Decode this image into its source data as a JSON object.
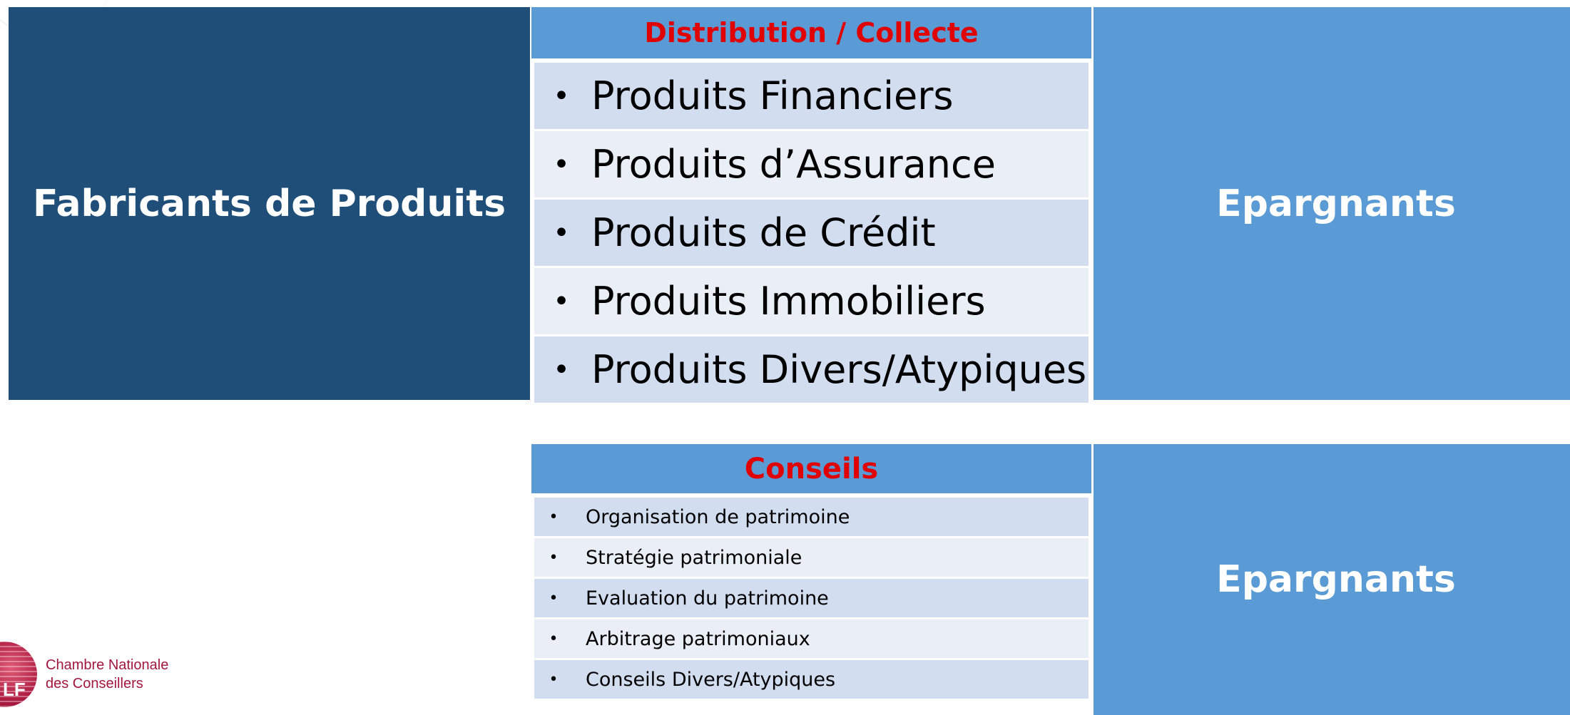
{
  "diagram": {
    "left_box": {
      "label": "Fabricants de Produits"
    },
    "distribution_table": {
      "title": "Distribution / Collecte",
      "items": [
        "Produits Financiers",
        "Produits d’Assurance",
        "Produits de Crédit",
        "Produits Immobiliers",
        "Produits Divers/Atypiques"
      ]
    },
    "right_box_top": {
      "label": "Epargnants"
    },
    "conseils_table": {
      "title": "Conseils",
      "items": [
        "Organisation de patrimoine",
        "Stratégie patrimoniale",
        "Evaluation du patrimoine",
        "Arbitrage patrimoniaux",
        "Conseils Divers/Atypiques"
      ]
    },
    "right_box_bottom": {
      "label": "Epargnants"
    },
    "bullet": "•"
  },
  "logo": {
    "mark": "LF",
    "lines": [
      "Chambre Nationale",
      "des Conseillers"
    ]
  },
  "colors": {
    "dark_blue": "#1f4e79",
    "mid_blue": "#5b9bd5",
    "header_text": "#e00000",
    "row_odd": "#d2ddef",
    "row_even": "#e9eef7",
    "logo_color": "#a3163e"
  }
}
